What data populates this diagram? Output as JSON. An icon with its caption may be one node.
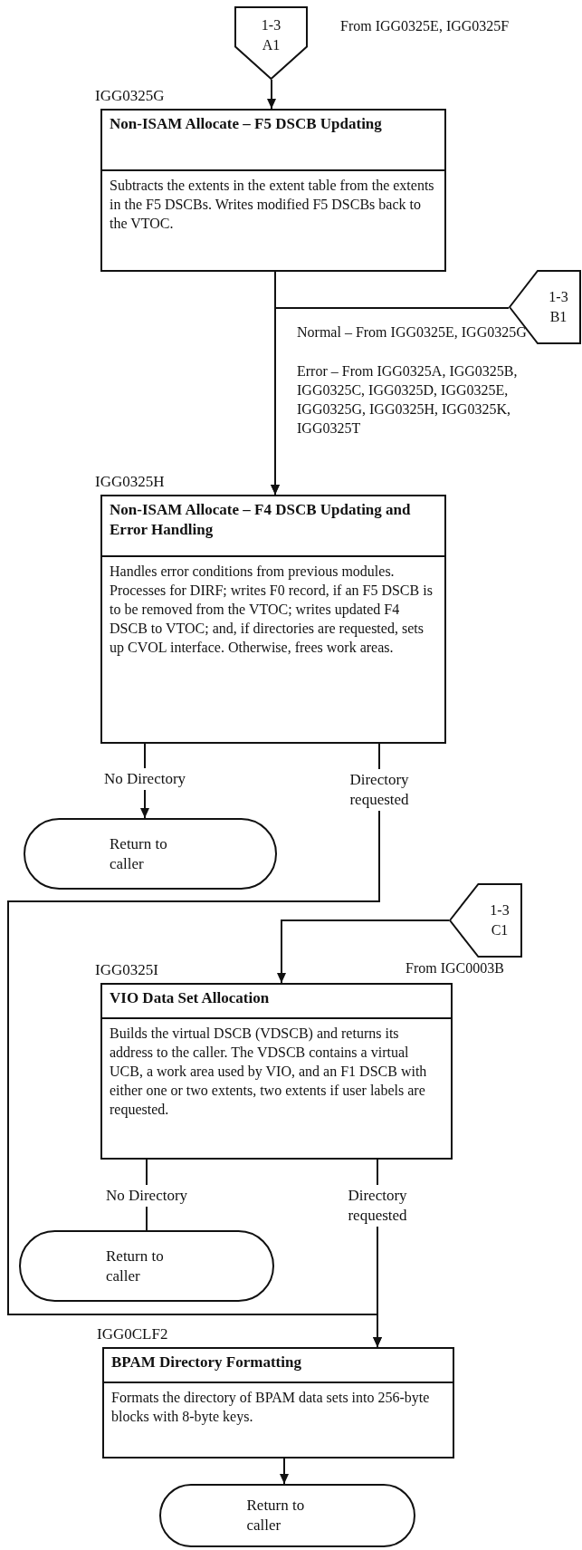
{
  "diagram": {
    "nodes": [
      {
        "text": [
          "1-3 A1"
        ],
        "beside": [
          "From IGG0325E, IGG0325F"
        ]
      },
      {
        "text": [
          "IGG0325G",
          "Non-ISAM Allocate – F5 DSCB Updating",
          "Subtracts the extents in the extent table from the extents in the F5 DSCBs. Writes modified F5 DSCBs back to the VTOC."
        ]
      },
      {
        "text": [
          "1-3 B1"
        ]
      },
      {
        "text": [
          "IGG0325H",
          "Non-ISAM Allocate – F4 DSCB Updating and Error Handling",
          "Handles error conditions from previous modules. Processes for DIRF; writes F0 record, if an F5 DSCB is to be removed from the VTOC; writes updated F4 DSCB to VTOC; and, if directories are requested, sets up CVOL interface. Otherwise, frees work areas."
        ]
      },
      {
        "text": [
          "Return to caller"
        ]
      },
      {
        "text": [
          "1-3 C1"
        ],
        "beside": [
          "From IGC0003B"
        ]
      },
      {
        "text": [
          "IGG0325I",
          "VIO Data Set Allocation",
          "Builds the virtual DSCB (VDSCB) and returns its address to the caller. The VDSCB contains a virtual UCB, a work area used by VIO, and an F1 DSCB with either one or two extents, two extents if user labels are requested."
        ]
      },
      {
        "text": [
          "Return to caller"
        ]
      },
      {
        "text": [
          "IGG0CLF2",
          "BPAM Directory Formatting",
          "Formats the directory of BPAM data sets into 256-byte blocks with 8-byte keys."
        ]
      },
      {
        "text": [
          "Return to caller"
        ]
      }
    ],
    "edges": [
      {
        "from": 0,
        "to": 1,
        "arrow": "to"
      },
      {
        "from": 1,
        "to": 3,
        "arrow": "to"
      },
      {
        "from": 2,
        "to": 3,
        "arrow": "to"
      },
      {
        "from": 3,
        "to": 4,
        "arrow": "to",
        "label": "No Directory"
      },
      {
        "from": 3,
        "to": 8,
        "arrow": "to",
        "label": "Directory requested"
      },
      {
        "from": 5,
        "to": 6,
        "arrow": "to"
      },
      {
        "from": 6,
        "to": 7,
        "arrow": "none",
        "label": "No Directory"
      },
      {
        "from": 6,
        "to": 8,
        "arrow": "to",
        "label": "Directory requested"
      },
      {
        "from": 8,
        "to": 9,
        "arrow": "to"
      }
    ],
    "labels": [
      "Normal – From IGG0325E, IGG0325G",
      "Error – From IGG0325A, IGG0325B, IGG0325C, IGG0325D, IGG0325E, IGG0325G, IGG0325H, IGG0325K, IGG0325T"
    ]
  }
}
